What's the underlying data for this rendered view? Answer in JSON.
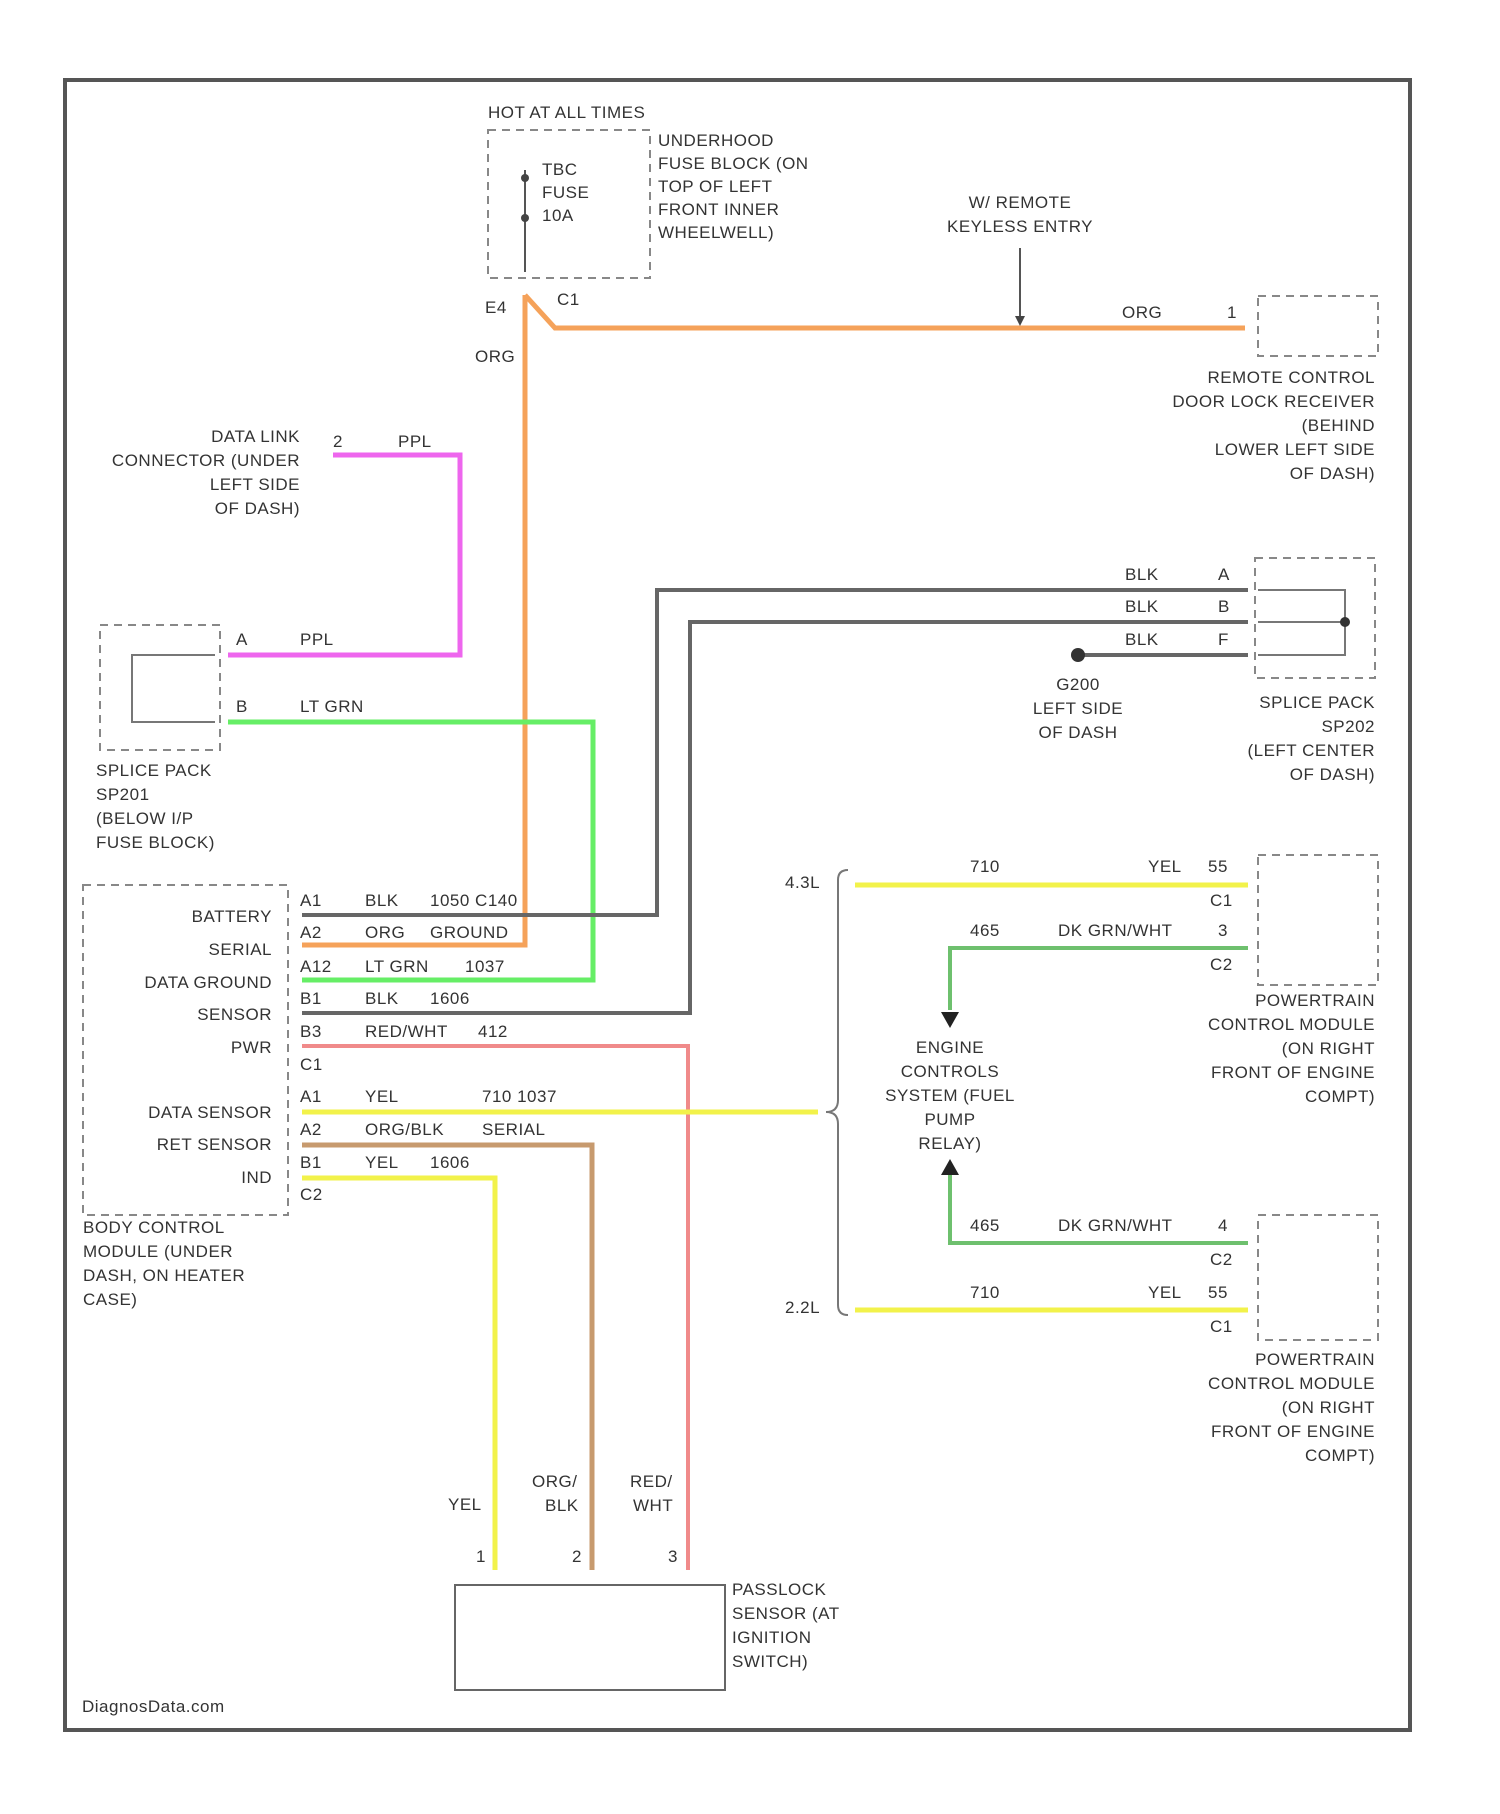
{
  "colors": {
    "frame": "#555555",
    "orange": "#f5a25a",
    "pink": "#ee66ee",
    "green": "#66ee66",
    "gray": "#666666",
    "red": "#f08a8a",
    "yellow": "#f2f24a",
    "tan": "#c79a6e",
    "dkgreen": "#6ec06e"
  },
  "fuse": {
    "header": "HOT AT ALL TIMES",
    "name": [
      "TBC",
      "FUSE",
      "10A"
    ],
    "location": [
      "UNDERHOOD",
      "FUSE BLOCK (ON",
      "TOP OF LEFT",
      "FRONT INNER",
      "WHEELWELL)"
    ],
    "pin_left": "E4",
    "pin_right": "C1",
    "wire_down": "ORG"
  },
  "rke": {
    "note": [
      "W/ REMOTE",
      "KEYLESS ENTRY"
    ],
    "wire": "ORG",
    "pin": "1",
    "label": [
      "REMOTE CONTROL",
      "DOOR LOCK RECEIVER",
      "(BEHIND",
      "LOWER LEFT SIDE",
      "OF DASH)"
    ]
  },
  "dlc": {
    "label": [
      "DATA LINK",
      "CONNECTOR (UNDER",
      "LEFT SIDE",
      "OF DASH)"
    ],
    "pin": "2",
    "wire": "PPL"
  },
  "sp201": {
    "pin_a": "A",
    "wire_a": "PPL",
    "pin_b": "B",
    "wire_b": "LT GRN",
    "label": [
      "SPLICE PACK",
      "SP201",
      "(BELOW I/P",
      "FUSE BLOCK)"
    ]
  },
  "sp202": {
    "wires": [
      {
        "color": "BLK",
        "pin": "A"
      },
      {
        "color": "BLK",
        "pin": "B"
      },
      {
        "color": "BLK",
        "pin": "F"
      }
    ],
    "ground": [
      "G200",
      "LEFT SIDE",
      "OF DASH"
    ],
    "label": [
      "SPLICE PACK",
      "SP202",
      "(LEFT CENTER",
      "OF DASH)"
    ]
  },
  "bcm": {
    "pins": [
      {
        "name": "BATTERY",
        "pin": "A1",
        "color": "BLK",
        "circuit": "1050 C140"
      },
      {
        "name": "SERIAL",
        "pin": "A2",
        "color": "ORG",
        "circuit": "GROUND"
      },
      {
        "name": "DATA GROUND",
        "pin": "A12",
        "color": "LT GRN",
        "circuit": "1037"
      },
      {
        "name": "SENSOR",
        "pin": "B1",
        "color": "BLK",
        "circuit": "1606"
      },
      {
        "name": "PWR",
        "pin": "B3",
        "color": "RED/WHT",
        "circuit": "412"
      },
      {
        "name": "",
        "pin": "C1",
        "color": "",
        "circuit": ""
      },
      {
        "name": "DATA SENSOR",
        "pin": "A1",
        "color": "YEL",
        "circuit": "710 1037"
      },
      {
        "name": "RET SENSOR",
        "pin": "A2",
        "color": "ORG/BLK",
        "circuit": "SERIAL"
      },
      {
        "name": "IND",
        "pin": "B1",
        "color": "YEL",
        "circuit": "1606"
      },
      {
        "name": "",
        "pin": "C2",
        "color": "",
        "circuit": ""
      }
    ],
    "label": [
      "BODY CONTROL",
      "MODULE (UNDER",
      "DASH, ON HEATER",
      "CASE)"
    ]
  },
  "pcm": {
    "variant_top": "4.3L",
    "variant_bottom": "2.2L",
    "yel_circuit": "710",
    "yel_color": "YEL",
    "yel_pin": "55",
    "yel_conn": "C1",
    "grn_circuit": "465",
    "grn_color": "DK GRN/WHT",
    "grn_pin_top": "3",
    "grn_pin_bottom": "4",
    "grn_conn": "C2",
    "relay": [
      "ENGINE",
      "CONTROLS",
      "SYSTEM (FUEL",
      "PUMP",
      "RELAY)"
    ],
    "label": [
      "POWERTRAIN",
      "CONTROL MODULE",
      "(ON RIGHT",
      "FRONT OF ENGINE",
      "COMPT)"
    ]
  },
  "passlock": {
    "wire_1": "YEL",
    "wire_2": [
      "ORG/",
      "BLK"
    ],
    "wire_3": [
      "RED/",
      "WHT"
    ],
    "pins": [
      "1",
      "2",
      "3"
    ],
    "label": [
      "PASSLOCK",
      "SENSOR (AT",
      "IGNITION",
      "SWITCH)"
    ]
  },
  "watermark": "DiagnosData.com"
}
